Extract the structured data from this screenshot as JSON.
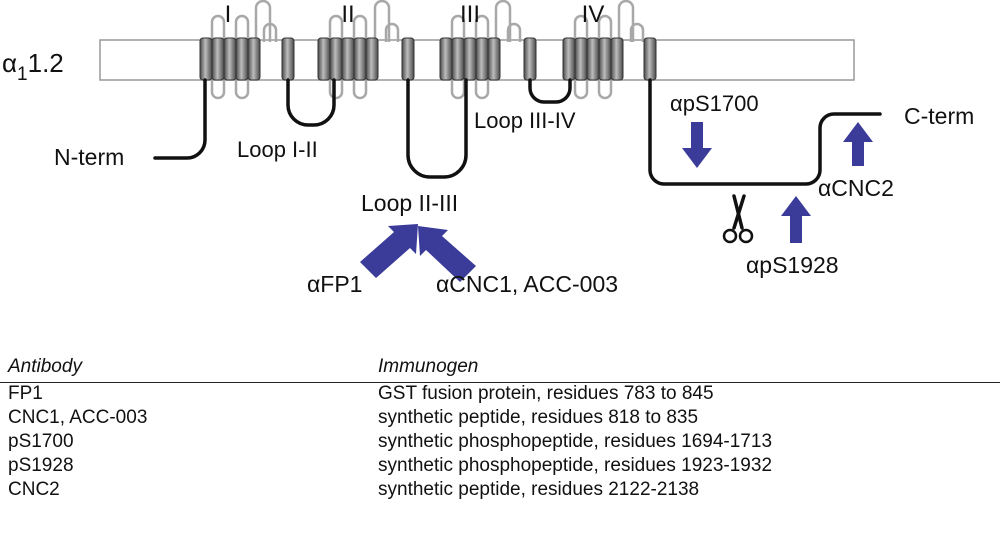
{
  "channel": {
    "label_main": "α",
    "label_sub": "1",
    "label_rest": "1.2"
  },
  "domains": [
    "I",
    "II",
    "III",
    "IV"
  ],
  "loops": {
    "n_term": "N-term",
    "loop_1_2": "Loop I-II",
    "loop_2_3": "Loop II-III",
    "loop_3_4": "Loop III-IV",
    "c_term": "C-term"
  },
  "antibody_labels": {
    "fp1": "αFP1",
    "cnc1": "αCNC1, ACC-003",
    "ps1700": "αpS1700",
    "ps1928": "αpS1928",
    "cnc2": "αCNC2"
  },
  "cleavage_icon": "scissors-icon",
  "colors": {
    "arrow": "#3b3b9a",
    "helix_dark": "#5a5a5a",
    "helix_light": "#bdbdbd",
    "membrane_border": "#999999"
  },
  "table": {
    "headers": [
      "Antibody",
      "Immunogen"
    ],
    "rows": [
      [
        "FP1",
        "GST fusion protein, residues 783 to 845"
      ],
      [
        "CNC1, ACC-003",
        "synthetic peptide, residues 818 to 835"
      ],
      [
        "pS1700",
        "synthetic phosphopeptide, residues 1694-1713"
      ],
      [
        "pS1928",
        "synthetic phosphopeptide, residues 1923-1932"
      ],
      [
        "CNC2",
        "synthetic peptide, residues 2122-2138"
      ]
    ]
  }
}
